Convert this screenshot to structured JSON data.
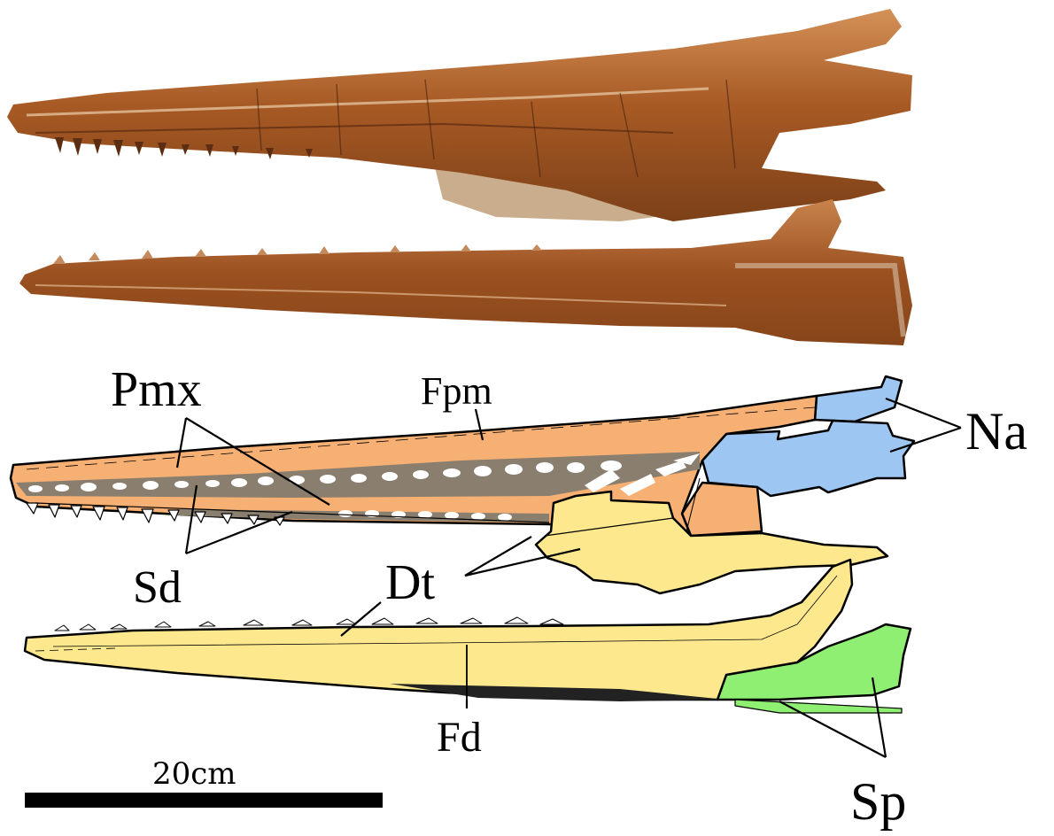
{
  "labels": {
    "pmx": "Pmx",
    "fpm": "Fpm",
    "na": "Na",
    "sd": "Sd",
    "dt": "Dt",
    "fd": "Fd",
    "sp": "Sp"
  },
  "scale_bar": {
    "label": "20cm"
  },
  "colors": {
    "premaxilla": "#f7b073",
    "nasal": "#9ec6f3",
    "dentary": "#fde88e",
    "splenial": "#8fef72",
    "mouth_gap": "#8a7e6e",
    "fossil_dark": "#8b4a1c",
    "fossil_mid": "#b9672d",
    "fossil_light": "#d89a63",
    "matrix": "#cdb8a2"
  }
}
